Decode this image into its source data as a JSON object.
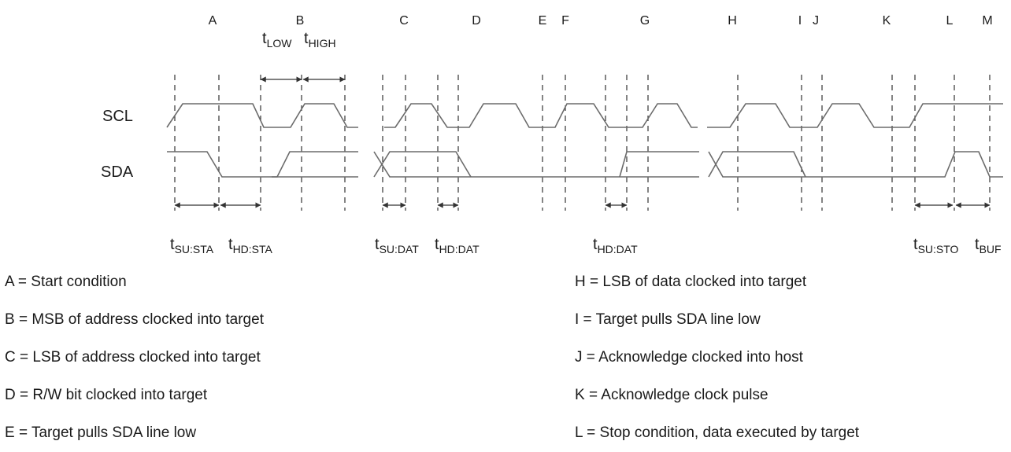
{
  "signals": {
    "scl": "SCL",
    "sda": "SDA"
  },
  "markers": [
    "A",
    "B",
    "C",
    "D",
    "E",
    "F",
    "G",
    "H",
    "I",
    "J",
    "K",
    "L",
    "M"
  ],
  "timing_top": [
    {
      "t": "t",
      "sub": "LOW"
    },
    {
      "t": "t",
      "sub": "HIGH"
    }
  ],
  "timing_bottom": [
    {
      "t": "t",
      "sub": "SU:STA"
    },
    {
      "t": "t",
      "sub": "HD:STA"
    },
    {
      "t": "t",
      "sub": "SU:DAT"
    },
    {
      "t": "t",
      "sub": "HD:DAT"
    },
    {
      "t": "t",
      "sub": "HD:DAT"
    },
    {
      "t": "t",
      "sub": "SU:STO"
    },
    {
      "t": "t",
      "sub": "BUF"
    }
  ],
  "legend_left": [
    "A = Start condition",
    "B = MSB of address clocked into target",
    "C = LSB of address clocked into target",
    "D = R/W bit clocked into target",
    "E = Target pulls SDA line low"
  ],
  "legend_right": [
    "H = LSB of data clocked into target",
    "I = Target pulls SDA line low",
    "J = Acknowledge clocked into host",
    "K = Acknowledge clock pulse",
    "L = Stop condition, data executed by target"
  ]
}
